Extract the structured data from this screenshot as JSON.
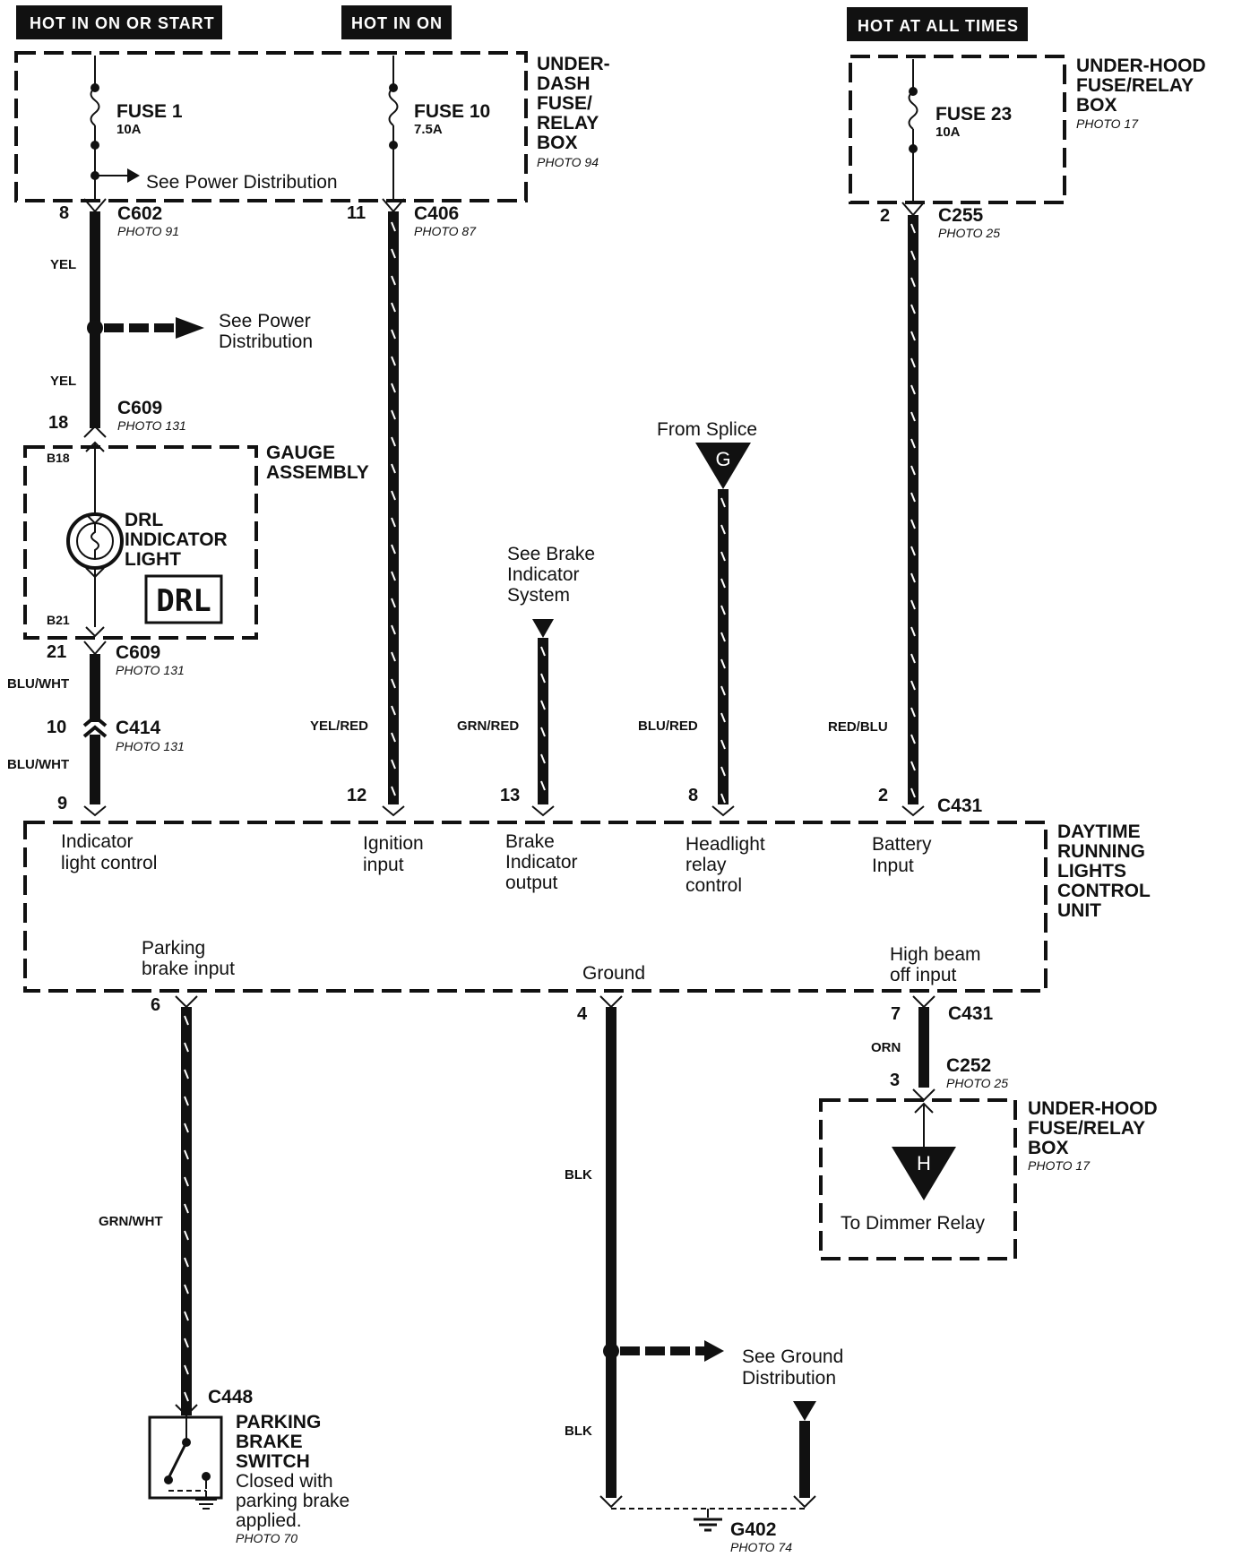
{
  "headers": {
    "hot_in_on_or_start": "HOT IN ON OR START",
    "hot_in_on": "HOT IN ON",
    "hot_at_all_times": "HOT AT ALL TIMES"
  },
  "underdash_box": {
    "l1": "UNDER-",
    "l2": "DASH",
    "l3": "FUSE/",
    "l4": "RELAY",
    "l5": "BOX",
    "photo": "PHOTO 94",
    "fuse1_name": "FUSE 1",
    "fuse1_rating": "10A",
    "fuse10_name": "FUSE 10",
    "fuse10_rating": "7.5A",
    "see_power": "See Power Distribution"
  },
  "underhood_box_top": {
    "l1": "UNDER-HOOD",
    "l2": "FUSE/RELAY",
    "l3": "BOX",
    "photo": "PHOTO 17",
    "fuse_name": "FUSE 23",
    "fuse_rating": "10A"
  },
  "connectors": {
    "c602": "C602",
    "c602_photo": "PHOTO 91",
    "c602_pin": "8",
    "c406": "C406",
    "c406_photo": "PHOTO 87",
    "c406_pin": "11",
    "c255": "C255",
    "c255_photo": "PHOTO 25",
    "c255_pin": "2",
    "c609_top": "C609",
    "c609_top_photo": "PHOTO 131",
    "c609_top_pin": "18",
    "c609_bot": "C609",
    "c609_bot_photo": "PHOTO 131",
    "c609_bot_pin": "21",
    "c414": "C414",
    "c414_photo": "PHOTO 131",
    "c414_pin": "10",
    "c431_top": "C431",
    "c431_bot": "C431",
    "c252": "C252",
    "c252_photo": "PHOTO 25",
    "c252_pin": "3",
    "c448": "C448",
    "g402": "G402",
    "g402_photo": "PHOTO 74"
  },
  "wires": {
    "yel_1": "YEL",
    "yel_2": "YEL",
    "blu_wht_1": "BLU/WHT",
    "blu_wht_2": "BLU/WHT",
    "yel_red": "YEL/RED",
    "grn_red": "GRN/RED",
    "blu_red": "BLU/RED",
    "red_blu": "RED/BLU",
    "grn_wht": "GRN/WHT",
    "blk_1": "BLK",
    "blk_2": "BLK",
    "orn": "ORN"
  },
  "see_power_dist": {
    "l1": "See Power",
    "l2": "Distribution"
  },
  "gauge": {
    "l1": "GAUGE",
    "l2": "ASSEMBLY",
    "pin_top": "B18",
    "pin_bot": "B21",
    "drl_l1": "DRL",
    "drl_l2": "INDICATOR",
    "drl_l3": "LIGHT",
    "drl_badge": "DRL"
  },
  "brake_ref": {
    "l1": "See Brake",
    "l2": "Indicator",
    "l3": "System"
  },
  "splice": {
    "label": "From Splice",
    "letter": "G"
  },
  "control_unit": {
    "l1": "DAYTIME",
    "l2": "RUNNING",
    "l3": "LIGHTS",
    "l4": "CONTROL",
    "l5": "UNIT",
    "pin_9": "9",
    "pin_12": "12",
    "pin_13": "13",
    "pin_8": "8",
    "pin_2": "2",
    "pin_6": "6",
    "pin_4": "4",
    "pin_7": "7",
    "indicator_l1": "Indicator",
    "indicator_l2": "light control",
    "ignition_l1": "Ignition",
    "ignition_l2": "input",
    "brake_l1": "Brake",
    "brake_l2": "Indicator",
    "brake_l3": "output",
    "headlight_l1": "Headlight",
    "headlight_l2": "relay",
    "headlight_l3": "control",
    "battery_l1": "Battery",
    "battery_l2": "Input",
    "parking_l1": "Parking",
    "parking_l2": "brake input",
    "ground": "Ground",
    "highbeam_l1": "High beam",
    "highbeam_l2": "off input"
  },
  "underhood_box_bot": {
    "l1": "UNDER-HOOD",
    "l2": "FUSE/RELAY",
    "l3": "BOX",
    "photo": "PHOTO 17",
    "letter": "H",
    "dimmer": "To Dimmer Relay"
  },
  "parking_switch": {
    "l1": "PARKING",
    "l2": "BRAKE",
    "l3": "SWITCH",
    "n1": "Closed with",
    "n2": "parking brake",
    "n3": "applied.",
    "photo": "PHOTO 70"
  },
  "ground_ref": {
    "l1": "See Ground",
    "l2": "Distribution"
  }
}
